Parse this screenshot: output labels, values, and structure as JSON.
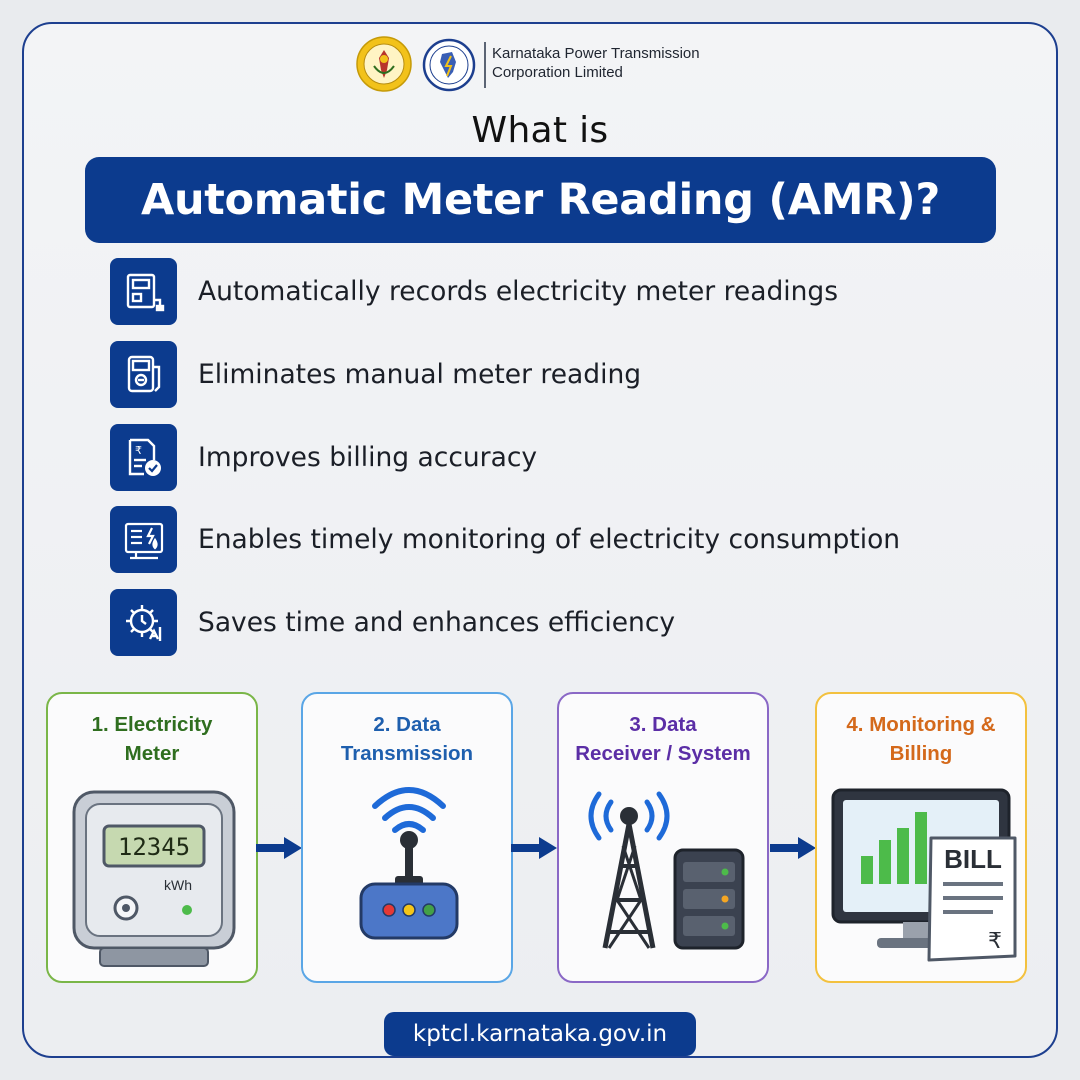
{
  "header": {
    "org_line1": "Karnataka Power Transmission",
    "org_line2": "Corporation Limited",
    "emblem_icon": "karnataka-emblem-icon",
    "logo_icon": "kptcl-logo-icon"
  },
  "heading": {
    "pre_title": "What is",
    "title": "Automatic Meter Reading (AMR)?"
  },
  "features": [
    {
      "text": "Automatically records electricity meter readings",
      "icon": "meter-device-icon"
    },
    {
      "text": "Eliminates manual meter reading",
      "icon": "manual-meter-icon"
    },
    {
      "text": "Improves billing accuracy",
      "icon": "bill-check-icon"
    },
    {
      "text": "Enables timely monitoring of electricity consumption",
      "icon": "monitoring-panel-icon"
    },
    {
      "text": "Saves time and enhances efficiency",
      "icon": "gear-clock-icon"
    }
  ],
  "steps": [
    {
      "line1": "1. Electricity",
      "line2": "Meter",
      "color": "#7ab648",
      "text_color": "#2f6e1f",
      "icon": "electricity-meter-icon",
      "meter_value": "12345",
      "meter_unit": "kWh"
    },
    {
      "line1": "2. Data",
      "line2": "Transmission",
      "color": "#5aa6e6",
      "text_color": "#1e5fae",
      "icon": "wireless-transmitter-icon"
    },
    {
      "line1": "3. Data",
      "line2": "Receiver / System",
      "color": "#8a68c6",
      "text_color": "#5b2ea6",
      "icon": "tower-server-icon"
    },
    {
      "line1": "4. Monitoring &",
      "line2": "Billing",
      "color": "#f3c13f",
      "text_color": "#d4691b",
      "icon": "monitor-bill-icon",
      "bill_label": "BILL",
      "currency": "₹"
    }
  ],
  "footer": {
    "website": "kptcl.karnataka.gov.in"
  },
  "colors": {
    "primary": "#0c3b8e",
    "frame_border": "#1d3f8f"
  }
}
